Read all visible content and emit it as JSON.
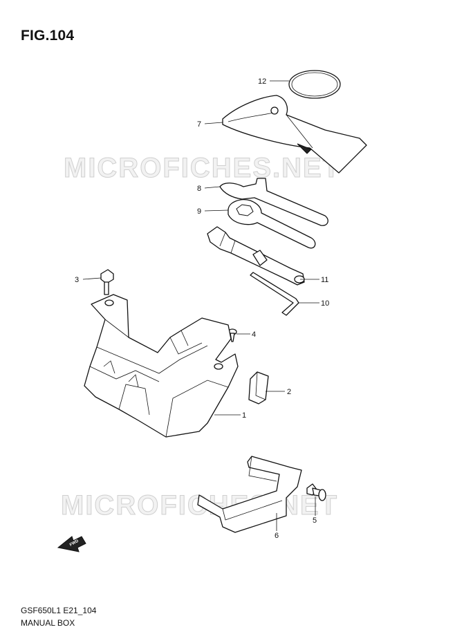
{
  "figure": {
    "title": "FIG.104"
  },
  "footer": {
    "model_code": "GSF650L1 E21_104",
    "section_name": "MANUAL BOX"
  },
  "watermark": {
    "text": "MICROFICHES.NET",
    "color": "#cfcfcf"
  },
  "fwd_arrow": {
    "label": "FWD"
  },
  "callouts": [
    {
      "id": "12",
      "part": "o-ring"
    },
    {
      "id": "7",
      "part": "tool-bag"
    },
    {
      "id": "8",
      "part": "open-wrench"
    },
    {
      "id": "9",
      "part": "ring-wrench"
    },
    {
      "id": "11",
      "part": "spark-plug-socket"
    },
    {
      "id": "10",
      "part": "hex-key"
    },
    {
      "id": "3",
      "part": "bolt"
    },
    {
      "id": "4",
      "part": "screw"
    },
    {
      "id": "2",
      "part": "cushion"
    },
    {
      "id": "1",
      "part": "manual-box"
    },
    {
      "id": "6",
      "part": "bracket"
    },
    {
      "id": "5",
      "part": "bolt"
    }
  ]
}
